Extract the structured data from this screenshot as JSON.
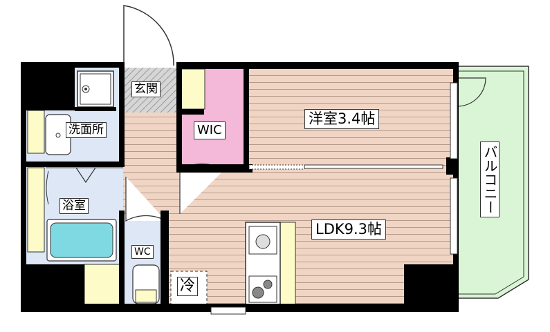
{
  "rooms": {
    "genkan": "玄関",
    "senmenjo": "洗面所",
    "yokushitsu": "浴室",
    "wic": "WIC",
    "wc": "WC",
    "yoshitsu": "洋室3.4帖",
    "ldk": "LDK9.3帖",
    "balcony": "バルコニー",
    "fridge": "冷"
  },
  "colors": {
    "wall": "#000000",
    "floor_base": "#f1d5c4",
    "floor_line": "#b59a8c",
    "wet_area": "#dde7f5",
    "wic": "#f4b8d8",
    "balcony": "#d9f5d5",
    "storage": "#fdfbc8",
    "bath": "#7fd9e3",
    "entry_tile": "#d2d2d2"
  }
}
